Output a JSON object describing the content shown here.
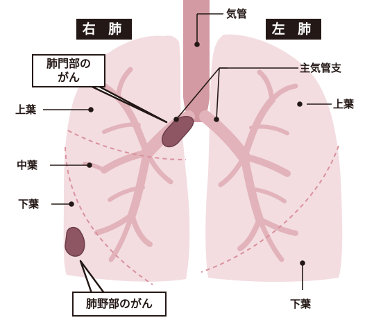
{
  "sides": {
    "right": "右 肺",
    "left": "左 肺"
  },
  "labels": {
    "trachea": "気管",
    "main_bronchus": "主気管支",
    "right_upper": "上葉",
    "right_middle": "中葉",
    "right_lower": "下葉",
    "left_upper": "上葉",
    "left_lower": "下葉"
  },
  "callouts": {
    "hilar_line1": "肺門部の",
    "hilar_line2": "がん",
    "peripheral": "肺野部のがん"
  },
  "colors": {
    "lung_fill": "#f3dde1",
    "bronchus": "#d9a7ae",
    "trachea": "#d39aa3",
    "tumor": "#8e5563",
    "fissure": "#d9919c",
    "ink": "#231815"
  }
}
